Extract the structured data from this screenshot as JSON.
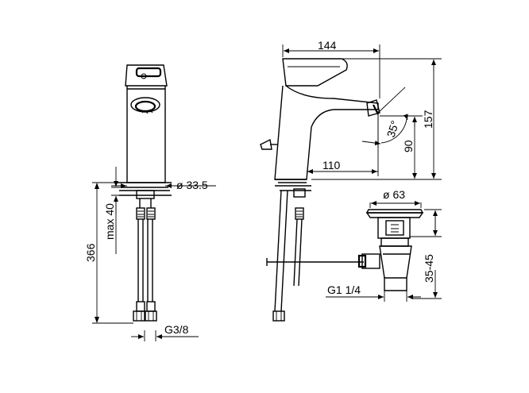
{
  "dimensions": {
    "width_overall": "144",
    "height_overall": "157",
    "height_to_spout": "90",
    "lever_angle": "35°",
    "spout_reach": "110",
    "body_diameter": "ø 33.5",
    "deck_thickness_max": "max 40",
    "hose_length": "366",
    "hose_connection": "G3/8",
    "waste_diameter": "ø 63",
    "waste_range": "35-45",
    "waste_thread": "G1 1/4"
  }
}
